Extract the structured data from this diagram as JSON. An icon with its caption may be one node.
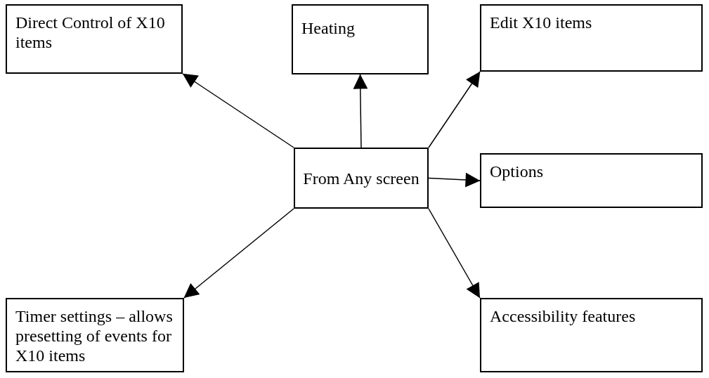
{
  "diagram": {
    "nodes": [
      {
        "text": [
          "From Any screen"
        ]
      },
      {
        "text": [
          "Direct Control of X10 items"
        ]
      },
      {
        "text": [
          "Heating"
        ]
      },
      {
        "text": [
          "Edit X10 items"
        ]
      },
      {
        "text": [
          "Options"
        ]
      },
      {
        "text": [
          "Timer settings – allows presetting of events for X10 items"
        ]
      },
      {
        "text": [
          "Accessibility features"
        ]
      }
    ],
    "edges": [
      {
        "from": 0,
        "to": 1,
        "arrow": "to"
      },
      {
        "from": 0,
        "to": 2,
        "arrow": "to"
      },
      {
        "from": 0,
        "to": 3,
        "arrow": "to"
      },
      {
        "from": 0,
        "to": 4,
        "arrow": "to"
      },
      {
        "from": 0,
        "to": 5,
        "arrow": "to"
      },
      {
        "from": 0,
        "to": 6,
        "arrow": "to"
      }
    ]
  }
}
